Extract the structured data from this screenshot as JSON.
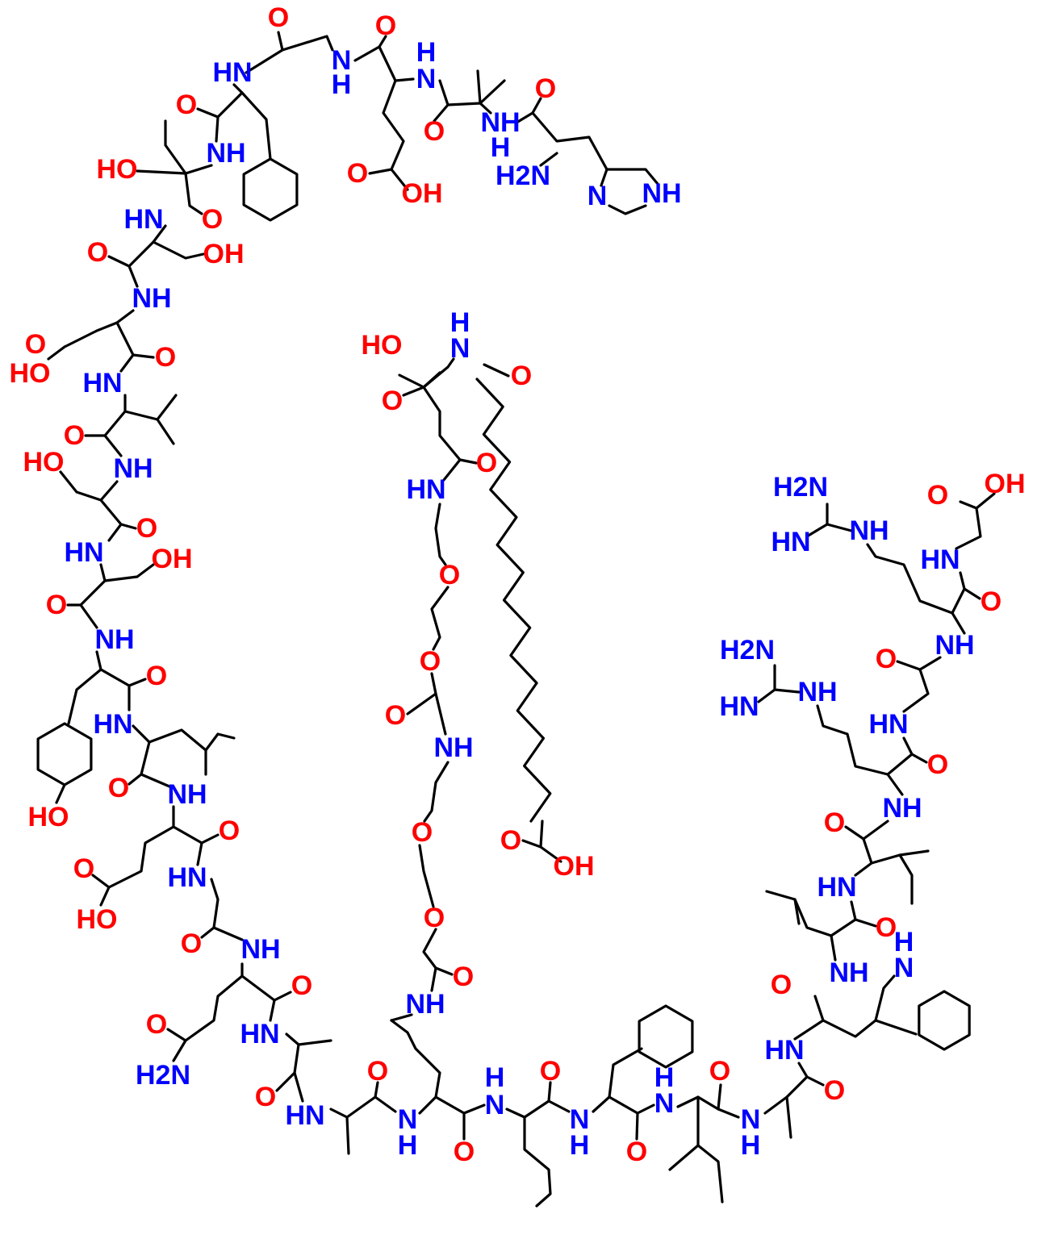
{
  "title": "Semaglutide structure",
  "colors": {
    "N": "#0000FF",
    "O": "#FF0000",
    "C": "#000000"
  },
  "atoms": [
    {
      "text": "O",
      "el": "O"
    },
    {
      "text": "HN",
      "el": "N"
    },
    {
      "text": "N",
      "el": "N"
    },
    {
      "text": "H",
      "el": "N"
    },
    {
      "text": "O",
      "el": "O"
    },
    {
      "text": "H",
      "el": "N"
    },
    {
      "text": "N",
      "el": "N"
    },
    {
      "text": "O",
      "el": "O"
    },
    {
      "text": "NH",
      "el": "N"
    },
    {
      "text": "HO",
      "el": "O"
    },
    {
      "text": "O",
      "el": "O"
    },
    {
      "text": "NH",
      "el": "N"
    },
    {
      "text": "H",
      "el": "N"
    },
    {
      "text": "O",
      "el": "O"
    },
    {
      "text": "H2N",
      "el": "N"
    },
    {
      "text": "O",
      "el": "O"
    },
    {
      "text": "OH",
      "el": "O"
    },
    {
      "text": "N",
      "el": "N"
    },
    {
      "text": "NH",
      "el": "N"
    },
    {
      "text": "HN",
      "el": "N"
    },
    {
      "text": "O",
      "el": "O"
    },
    {
      "text": "O",
      "el": "O"
    },
    {
      "text": "OH",
      "el": "O"
    },
    {
      "text": "NH",
      "el": "N"
    },
    {
      "text": "O",
      "el": "O"
    },
    {
      "text": "HO",
      "el": "O"
    },
    {
      "text": "O",
      "el": "O"
    },
    {
      "text": "HN",
      "el": "N"
    },
    {
      "text": "O",
      "el": "O"
    },
    {
      "text": "HO",
      "el": "O"
    },
    {
      "text": "NH",
      "el": "N"
    },
    {
      "text": "O",
      "el": "O"
    },
    {
      "text": "HN",
      "el": "N"
    },
    {
      "text": "OH",
      "el": "O"
    },
    {
      "text": "O",
      "el": "O"
    },
    {
      "text": "NH",
      "el": "N"
    },
    {
      "text": "O",
      "el": "O"
    },
    {
      "text": "HN",
      "el": "N"
    },
    {
      "text": "HO",
      "el": "O"
    },
    {
      "text": "O",
      "el": "O"
    },
    {
      "text": "NH",
      "el": "N"
    },
    {
      "text": "O",
      "el": "O"
    },
    {
      "text": "O",
      "el": "O"
    },
    {
      "text": "HN",
      "el": "N"
    },
    {
      "text": "HO",
      "el": "O"
    },
    {
      "text": "O",
      "el": "O"
    },
    {
      "text": "NH",
      "el": "N"
    },
    {
      "text": "O",
      "el": "O"
    },
    {
      "text": "O",
      "el": "O"
    },
    {
      "text": "H2N",
      "el": "N"
    },
    {
      "text": "HN",
      "el": "N"
    },
    {
      "text": "O",
      "el": "O"
    },
    {
      "text": "HN",
      "el": "N"
    },
    {
      "text": "O",
      "el": "O"
    },
    {
      "text": "N",
      "el": "N"
    },
    {
      "text": "H",
      "el": "N"
    },
    {
      "text": "O",
      "el": "O"
    },
    {
      "text": "H",
      "el": "N"
    },
    {
      "text": "N",
      "el": "N"
    },
    {
      "text": "O",
      "el": "O"
    },
    {
      "text": "N",
      "el": "N"
    },
    {
      "text": "H",
      "el": "N"
    },
    {
      "text": "O",
      "el": "O"
    },
    {
      "text": "H",
      "el": "N"
    },
    {
      "text": "N",
      "el": "N"
    },
    {
      "text": "O",
      "el": "O"
    },
    {
      "text": "N",
      "el": "N"
    },
    {
      "text": "H",
      "el": "N"
    },
    {
      "text": "O",
      "el": "O"
    },
    {
      "text": "HN",
      "el": "N"
    },
    {
      "text": "O",
      "el": "O"
    },
    {
      "text": "NH",
      "el": "N"
    },
    {
      "text": "O",
      "el": "O"
    },
    {
      "text": "H",
      "el": "N"
    },
    {
      "text": "N",
      "el": "N"
    },
    {
      "text": "HN",
      "el": "N"
    },
    {
      "text": "O",
      "el": "O"
    },
    {
      "text": "NH",
      "el": "N"
    },
    {
      "text": "O",
      "el": "O"
    },
    {
      "text": "HN",
      "el": "N"
    },
    {
      "text": "H2N",
      "el": "N"
    },
    {
      "text": "HN",
      "el": "N"
    },
    {
      "text": "NH",
      "el": "N"
    },
    {
      "text": "O",
      "el": "O"
    },
    {
      "text": "NH",
      "el": "N"
    },
    {
      "text": "O",
      "el": "O"
    },
    {
      "text": "HN",
      "el": "N"
    },
    {
      "text": "H2N",
      "el": "N"
    },
    {
      "text": "HN",
      "el": "N"
    },
    {
      "text": "NH",
      "el": "N"
    },
    {
      "text": "O",
      "el": "O"
    },
    {
      "text": "OH",
      "el": "O"
    },
    {
      "text": "H",
      "el": "N"
    },
    {
      "text": "N",
      "el": "N"
    },
    {
      "text": "HO",
      "el": "O"
    },
    {
      "text": "O",
      "el": "O"
    },
    {
      "text": "O",
      "el": "O"
    },
    {
      "text": "O",
      "el": "O"
    },
    {
      "text": "HN",
      "el": "N"
    },
    {
      "text": "O",
      "el": "O"
    },
    {
      "text": "O",
      "el": "O"
    },
    {
      "text": "O",
      "el": "O"
    },
    {
      "text": "NH",
      "el": "N"
    },
    {
      "text": "O",
      "el": "O"
    },
    {
      "text": "O",
      "el": "O"
    },
    {
      "text": "OH",
      "el": "O"
    },
    {
      "text": "O",
      "el": "O"
    },
    {
      "text": "O",
      "el": "O"
    },
    {
      "text": "NH",
      "el": "N"
    }
  ]
}
